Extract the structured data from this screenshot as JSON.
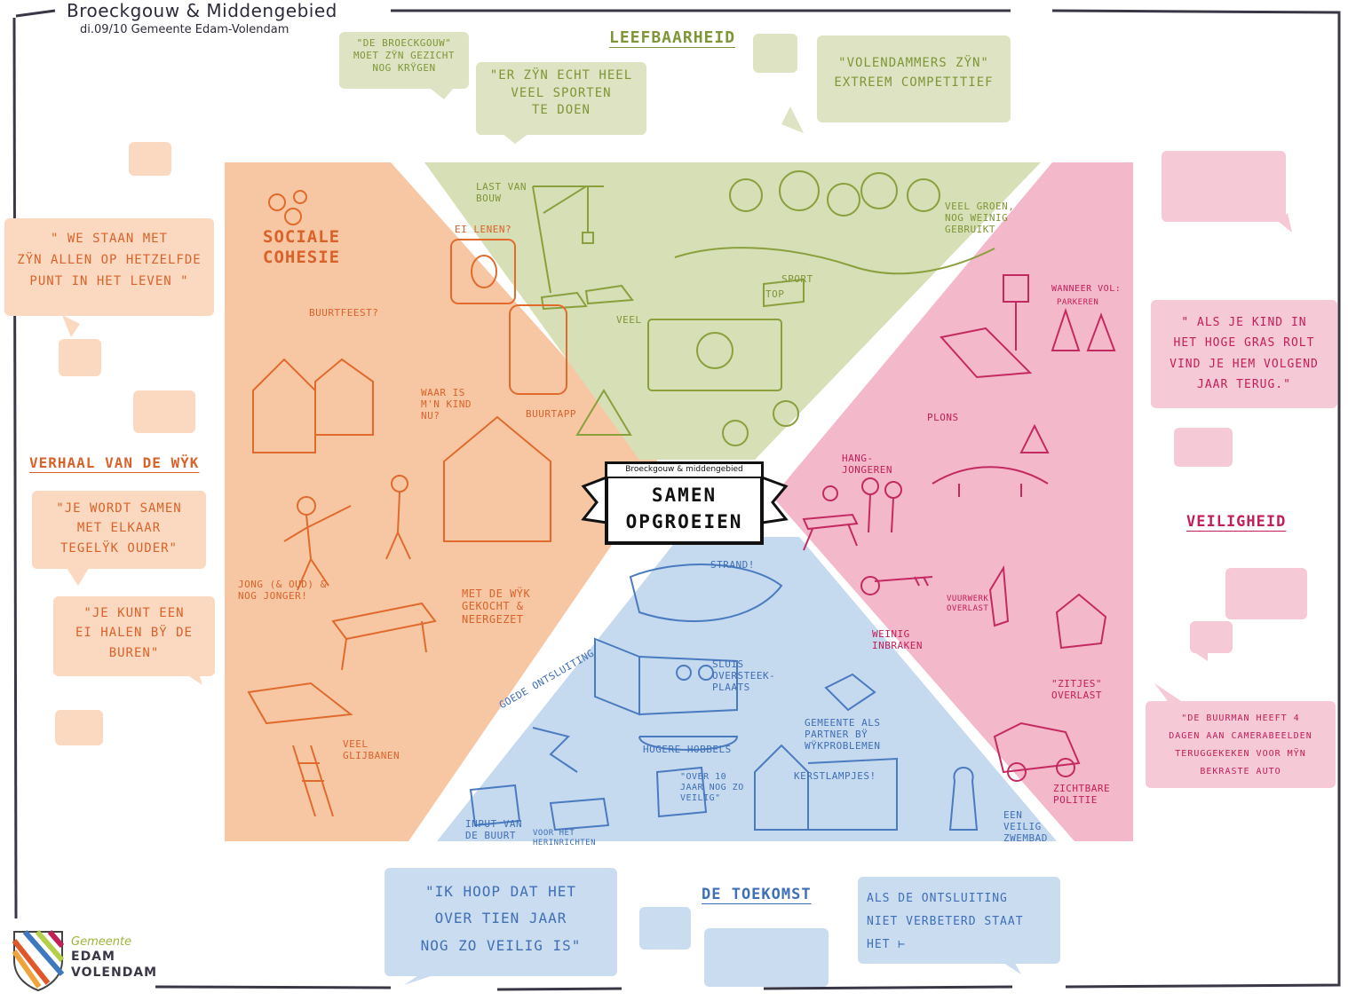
{
  "header": {
    "title": "Broeckgouw & Middengebied",
    "subtitle": "di.09/10 Gemeente Edam-Volendam"
  },
  "center": {
    "banner_small": "Broeckgouw & middengebied",
    "banner_title_line1": "SAMEN",
    "banner_title_line2": "OPGROEIEN"
  },
  "themes": {
    "leefbaarheid": "LEEFBAARHEID",
    "verhaal": "VERHAAL VAN DE WŸK",
    "veiligheid": "VEILIGHEID",
    "toekomst": "DE TOEKOMST",
    "sociale_cohesie_line1": "SOCIALE",
    "sociale_cohesie_line2": "COHESIE"
  },
  "quotes": {
    "green_1": [
      "\"DE BROECKGOUW\"",
      "MOET ZŸN GEZICHT",
      "NOG KRŸGEN"
    ],
    "green_2": [
      "\"ER ZŸN ECHT HEEL",
      "VEEL SPORTEN",
      "TE DOEN"
    ],
    "green_3": [
      "\"VOLENDAMMERS ZŸN\"",
      "EXTREEM COMPETITIEF"
    ],
    "orange_1": [
      "\" WE STAAN MET",
      "ZŸN ALLEN OP HETZELFDE",
      "PUNT IN HET LEVEN \""
    ],
    "orange_2": [
      "\"JE WORDT SAMEN",
      "MET ELKAAR",
      "TEGELŸK OUDER\""
    ],
    "orange_3": [
      "\"JE KUNT EEN",
      "EI HALEN BŸ DE",
      "BUREN\""
    ],
    "pink_1": [
      "\" ALS JE KIND IN",
      "HET HOGE GRAS ROLT",
      "VIND JE HEM VOLGEND",
      "JAAR TERUG.\""
    ],
    "pink_2": [
      "\"DE BUURMAN HEEFT 4",
      "DAGEN AAN CAMERABEELDEN",
      "TERUGGEKEKEN VOOR MŸN",
      "BEKRASTE AUTO"
    ],
    "blue_1": [
      "\"IK HOOP DAT HET",
      "OVER TIEN JAAR",
      "NOG ZO VEILIG IS\""
    ],
    "blue_2": [
      "ALS DE ONTSLUITING",
      "NIET VERBETERD STAAT",
      "HET ⊢"
    ]
  },
  "labels": {
    "green": {
      "last_van_bouw": "LAST VAN BOUW",
      "veel_groen": "VEEL GROEN, NOG WEINIG GEBRUIKT",
      "ei_lenen": "EI LENEN?",
      "top": "TOP",
      "sport": "SPORT",
      "veel": "VEEL"
    },
    "orange": {
      "buurtfeest": "BUURTFEEST?",
      "waar_is": "WAAR IS M'N KIND NU?",
      "buurtapp": "BUURTAPP",
      "jong_oud": "JONG (& OUD) & NOG JONGER!",
      "met_de_wijk": "MET DE WŸK GEKOCHT & NEERGEZET",
      "veel_glijbanen": "VEEL GLIJBANEN"
    },
    "pink": {
      "wanneer_vol": "WANNEER VOL:",
      "parkeren": "PARKEREN",
      "plons": "PLONS",
      "hangjongeren": "HANG-JONGEREN",
      "vuurwerk": "VUURWERK OVERLAST",
      "weinig_inbraken": "WEINIG INBRAKEN",
      "zitjes": "\"ZITJES\" OVERLAST",
      "zichtbare_politie": "ZICHTBARE POLITIE"
    },
    "blue": {
      "strand": "STRAND!",
      "sluis": "SLUIS OVERSTEEK-PLAATS",
      "goede_ontsluiting": "GOEDE ONTSLUITING",
      "gemeente_partner": "GEMEENTE ALS PARTNER BŸ WŸKPROBLEMEN",
      "hogere_hobbels": "HOGERE HOBBELS",
      "over_10_jaar": "\"OVER 10 JAAR NOG ZO VEILIG\"",
      "kerstlampjes": "KERSTLAMPJES!",
      "input_buurt": "INPUT VAN DE BUURT",
      "voor_herinrichten": "VOOR HET HERINRICHTEN",
      "veilig_zwembad": "EEN VEILIG ZWEMBAD"
    }
  },
  "logo": {
    "line1": "Gemeente",
    "line2": "EDAM",
    "line3": "VOLENDAM"
  },
  "colors": {
    "orange": "#f7c7a3",
    "green": "#d7dfb6",
    "pink": "#f3b8c9",
    "blue": "#c5d9ef",
    "ink_orange": "#d9622b",
    "ink_green": "#7f9636",
    "ink_pink": "#c21e5a",
    "ink_blue": "#3f6fb4",
    "frame": "#3a3646"
  }
}
